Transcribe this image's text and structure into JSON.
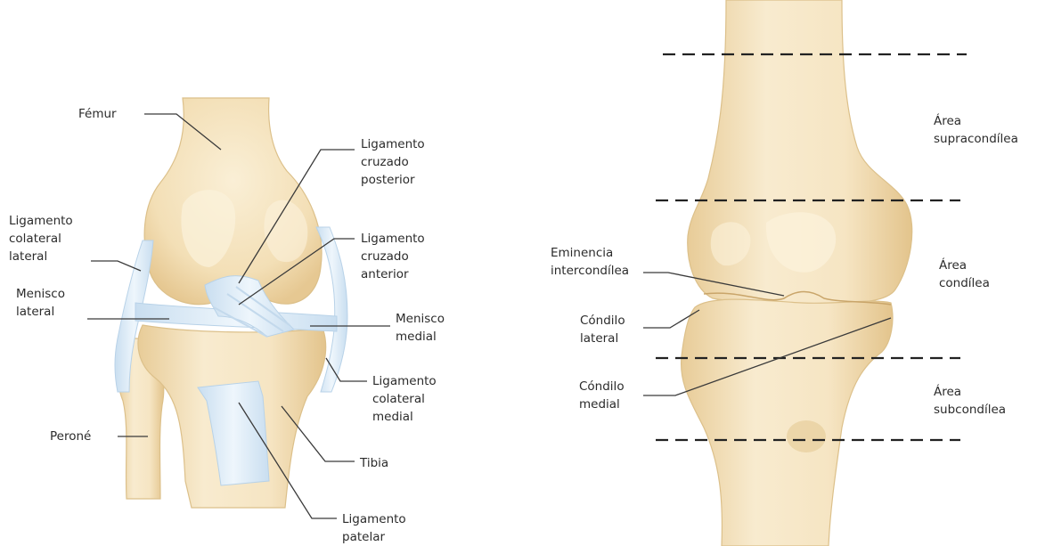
{
  "left_diagram": {
    "labels": {
      "femur": "Fémur",
      "posterior_cruciate": "Ligamento\ncruzado\nposterior",
      "lateral_collateral": "Ligamento\ncolateral\nlateral",
      "anterior_cruciate": "Ligamento\ncruzado\nanterior",
      "lateral_meniscus": "Menisco\nlateral",
      "medial_meniscus": "Menisco\nmedial",
      "medial_collateral": "Ligamento\ncolateral\nmedial",
      "fibula": "Peroné",
      "tibia": "Tibia",
      "patellar_ligament": "Ligamento\npatelar"
    }
  },
  "right_diagram": {
    "labels": {
      "intercondylar_eminence": "Eminencia\nintercondílea",
      "lateral_condyle": "Cóndilo\nlateral",
      "medial_condyle": "Cóndilo\nmedial"
    },
    "zones": {
      "supracondylar": "Área\nsupracondílea",
      "condylar": "Área\ncondílea",
      "subcondylar": "Área\nsubcondílea"
    }
  },
  "colors": {
    "bone": "#f4e2bd",
    "bone_shade": "#e2c48e",
    "ligament": "#d6e8f5",
    "leader_line": "#3a3a3a",
    "dashed_line": "#222222"
  }
}
